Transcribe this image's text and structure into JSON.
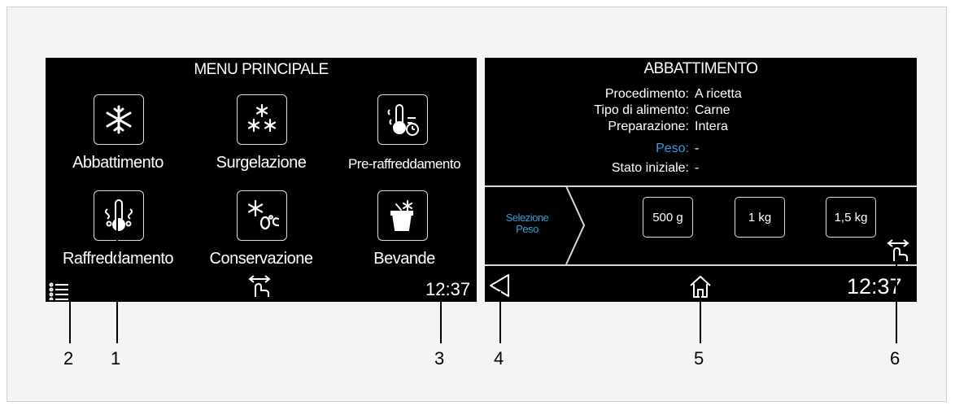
{
  "main_menu": {
    "title": "MENU PRINCIPALE",
    "time": "12:37",
    "items": [
      {
        "label": "Abbattimento",
        "icon": "snowflake-icon"
      },
      {
        "label": "Surgelazione",
        "icon": "triple-snowflake-icon"
      },
      {
        "label": "Pre-raffreddamento",
        "icon": "thermometer-timer-icon"
      },
      {
        "label": "Raffreddamento",
        "icon": "thermometer-icon"
      },
      {
        "label": "Conservazione",
        "icon": "snowflake-zero-celsius-icon"
      },
      {
        "label": "Bevande",
        "icon": "ice-bucket-icon"
      }
    ]
  },
  "chill_screen": {
    "title": "ABBATTIMENTO",
    "time": "12:37",
    "info": [
      {
        "key": "Procedimento:",
        "value": "A ricetta"
      },
      {
        "key": "Tipo di alimento:",
        "value": "Carne"
      },
      {
        "key": "Preparazione:",
        "value": "Intera"
      },
      {
        "key": "Peso:",
        "value": "-"
      },
      {
        "key": "Stato iniziale:",
        "value": "-"
      }
    ],
    "selector_line1": "Selezione",
    "selector_line2": "Peso",
    "weights": [
      "500 g",
      "1 kg",
      "1,5 kg"
    ]
  },
  "callouts": [
    "2",
    "1",
    "3",
    "4",
    "5",
    "6"
  ],
  "colors": {
    "screen_bg": "#000000",
    "highlight": "#3a9bd9",
    "text": "#ffffff"
  }
}
